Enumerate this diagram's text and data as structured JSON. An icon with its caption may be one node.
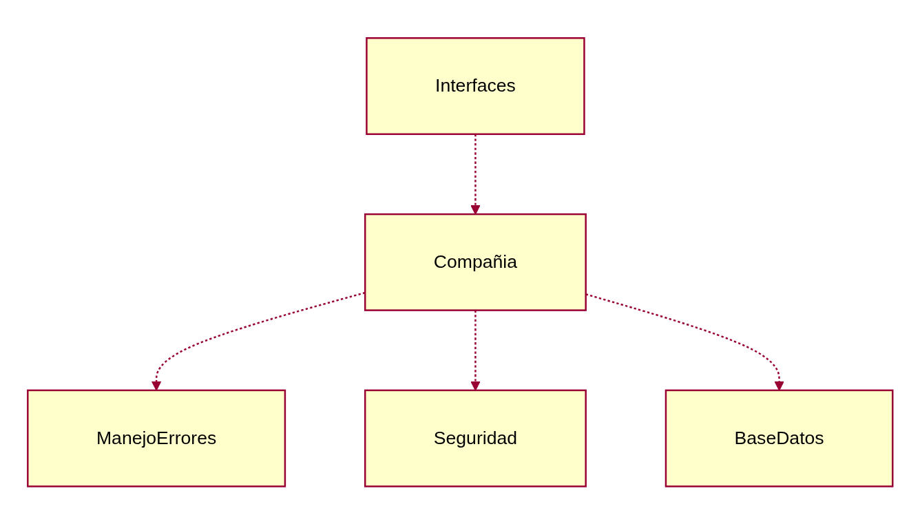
{
  "diagram": {
    "nodes": [
      {
        "text": [
          "Interfaces"
        ]
      },
      {
        "text": [
          "ManejoErrores"
        ]
      },
      {
        "text": [
          "Compañia"
        ]
      },
      {
        "text": [
          "Seguridad"
        ]
      },
      {
        "text": [
          "BaseDatos"
        ]
      }
    ],
    "edges": [
      {
        "from": 0,
        "to": 2,
        "arrow": "to",
        "style": "dashed"
      },
      {
        "from": 2,
        "to": 1,
        "arrow": "to",
        "style": "dashed"
      },
      {
        "from": 2,
        "to": 3,
        "arrow": "to",
        "style": "dashed"
      },
      {
        "from": 2,
        "to": 4,
        "arrow": "to",
        "style": "dashed"
      }
    ]
  }
}
